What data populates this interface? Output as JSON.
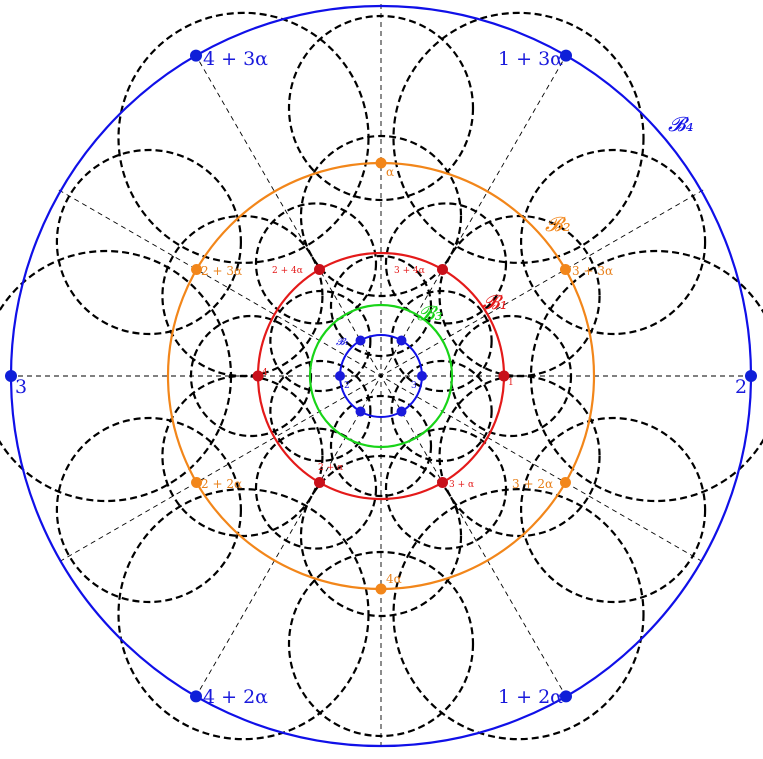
{
  "colors": {
    "B4": "#1010e8",
    "B2": "#f2861a",
    "B1": "#e41a1a",
    "B3": "#18d418",
    "inner": "#1010e8",
    "dashed": "#000000",
    "spoke": "#000000",
    "B4_points": "#0f1fd8",
    "B2_points": "#f2861a",
    "B1_points": "#c8101a",
    "inner_points": "#1a1adc"
  },
  "circle_labels": {
    "B4": "𝓑₄",
    "B2": "𝓑₂",
    "B1": "𝓑₁",
    "B3": "𝓑₃",
    "inner": "𝓑₁"
  },
  "B4_points": [
    {
      "label": "4 + 3α"
    },
    {
      "label": "1 + 3α"
    },
    {
      "label": "3"
    },
    {
      "label": "2"
    },
    {
      "label": "4 + 2α"
    },
    {
      "label": "1 + 2α"
    }
  ],
  "B2_points": [
    {
      "label": "α"
    },
    {
      "label": "2 + 3α"
    },
    {
      "label": "3 + 3α"
    },
    {
      "label": "2 + 2α"
    },
    {
      "label": "3 + 2α"
    },
    {
      "label": "4α"
    }
  ],
  "B1_points": [
    {
      "label": "2 + 4α"
    },
    {
      "label": "3 + 4α"
    },
    {
      "label": "4"
    },
    {
      "label": "1"
    },
    {
      "label": "2 + α"
    },
    {
      "label": "3 + α"
    }
  ],
  "inner_points": [
    {
      "label": "2"
    },
    {
      "label": "3"
    }
  ]
}
